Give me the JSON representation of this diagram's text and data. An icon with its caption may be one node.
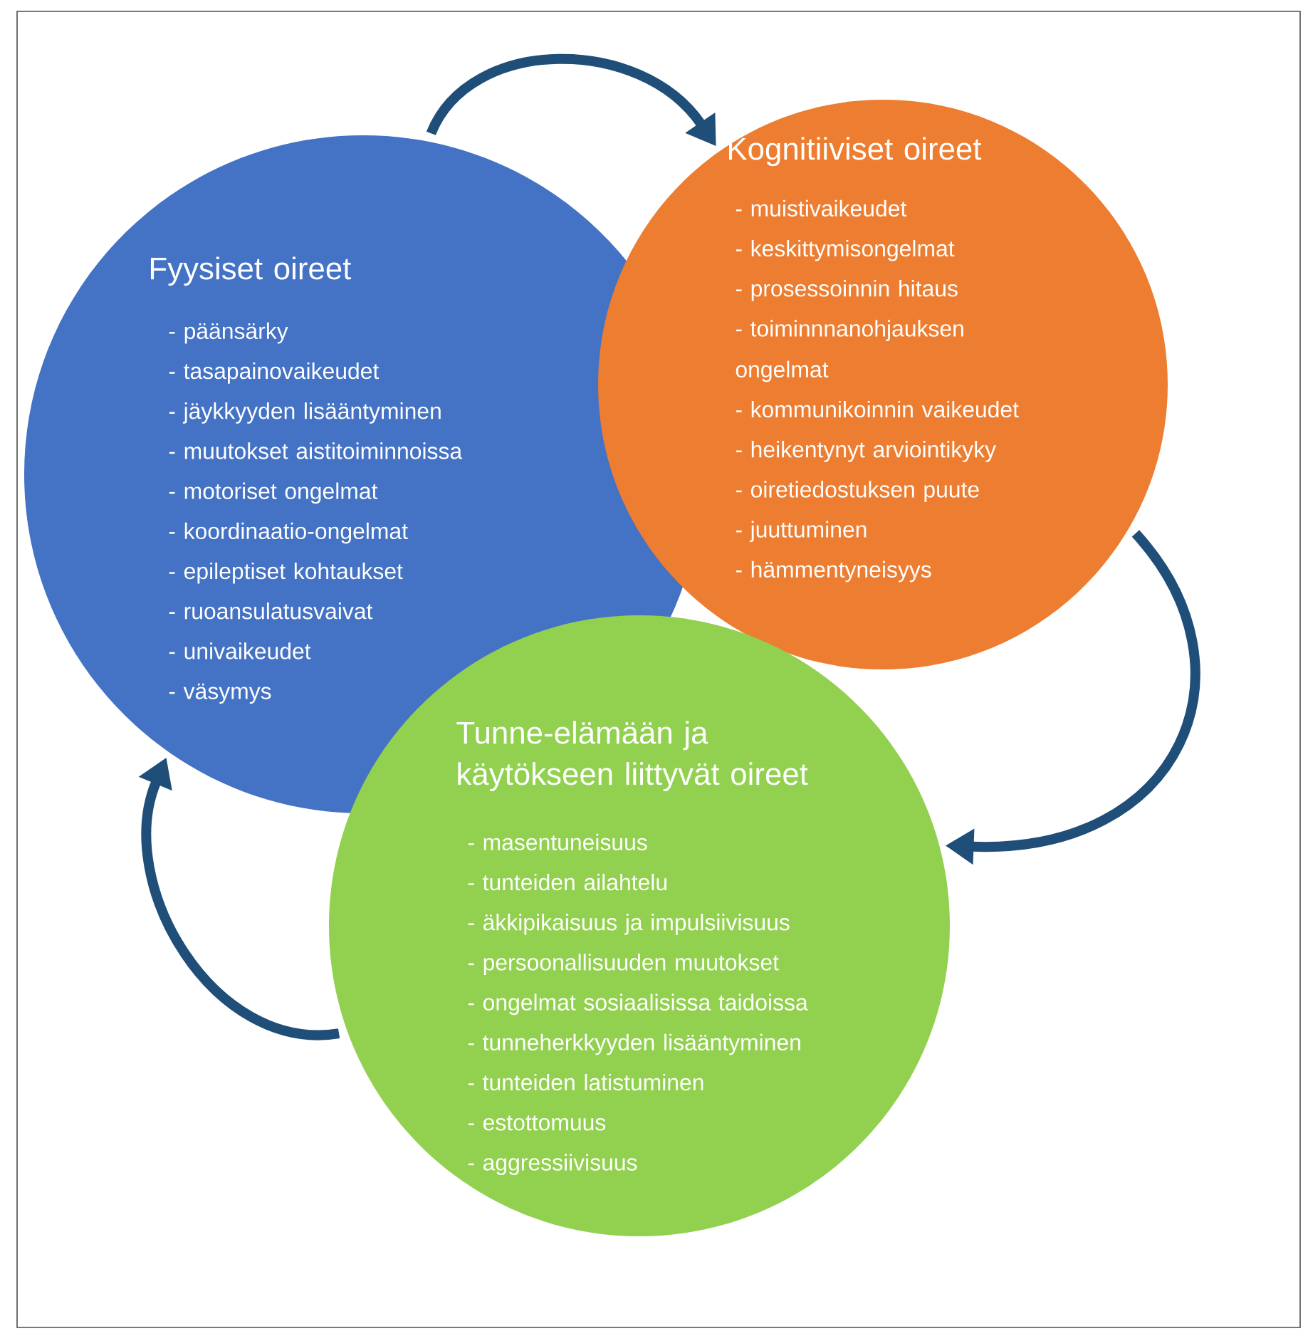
{
  "diagram": {
    "nodes": [
      {
        "text": [
          "Fyysiset oireet",
          "- päänsärky",
          "- tasapainovaikeudet",
          "- jäykkyyden lisääntyminen",
          "- muutokset aistitoiminnoissa",
          "- motoriset ongelmat",
          "- koordinaatio-ongelmat",
          "- epileptiset kohtaukset",
          "- ruoansulatusvaivat",
          "- univaikeudet",
          "- väsymys"
        ]
      },
      {
        "text": [
          "Kognitiiviset oireet",
          "- muistivaikeudet",
          "- keskittymisongelmat",
          "- prosessoinnin hitaus",
          "- toiminnnanohjauksen ongelmat",
          "- kommunikoinnin vaikeudet",
          "- heikentynyt arviointikyky",
          "- oiretiedostuksen puute",
          "- juuttuminen",
          "- hämmentyneisyys"
        ]
      },
      {
        "text": [
          "Tunne-elämään ja käytökseen liittyvät oireet",
          "- masentuneisuus",
          "- tunteiden ailahtelu",
          "- äkkipikaisuus ja impulsiivisuus",
          "- persoonallisuuden muutokset",
          "- ongelmat sosiaalisissa taidoissa",
          "- tunneherkkyyden lisääntyminen",
          "- tunteiden latistuminen",
          "- estottomuus",
          "- aggressiivisuus"
        ]
      }
    ],
    "edges": [
      {
        "from": 0,
        "to": 1,
        "arrow": "to"
      },
      {
        "from": 1,
        "to": 2,
        "arrow": "to"
      },
      {
        "from": 2,
        "to": 0,
        "arrow": "to"
      }
    ]
  }
}
